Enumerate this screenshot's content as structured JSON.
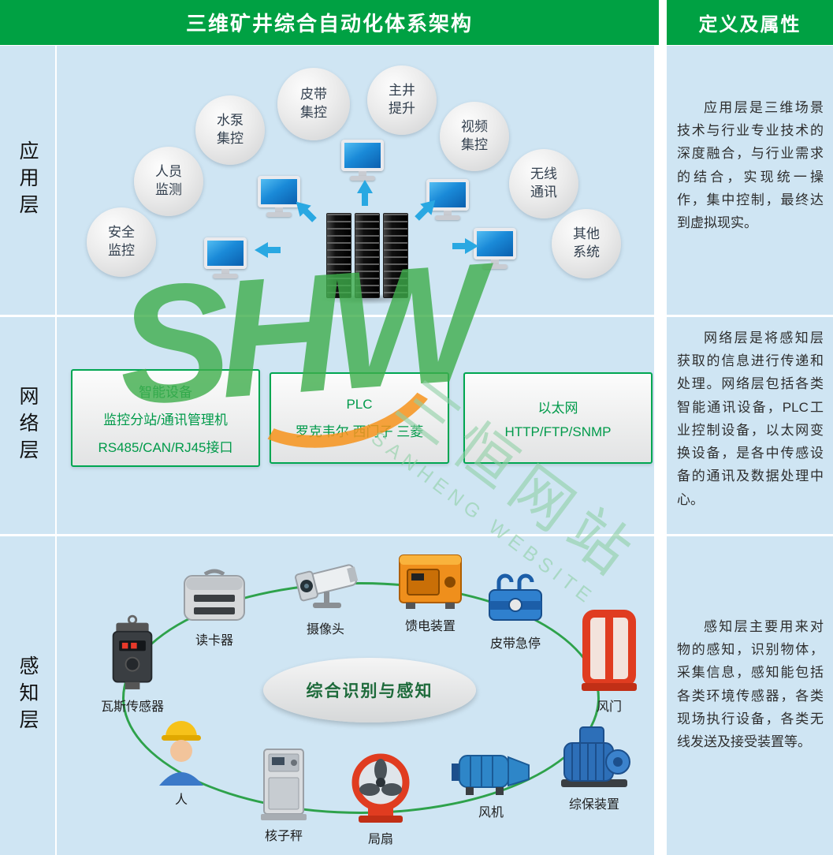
{
  "header": {
    "title": "三维矿井综合自动化体系架构",
    "right_title": "定义及属性"
  },
  "layers": [
    {
      "label": "应用层",
      "description": "应用层是三维场景技术与行业专业技术的深度融合，与行业需求的结合，实现统一操作，集中控制，最终达到虚拟现实。"
    },
    {
      "label": "网络层",
      "description": "网络层是将感知层获取的信息进行传递和处理。网络层包括各类智能通讯设备，PLC工业控制设备，以太网变换设备，是各中传感设备的通讯及数据处理中心。"
    },
    {
      "label": "感知层",
      "description": "感知层主要用来对物的感知，识别物体，采集信息，感知能包括各类环境传感器，各类现场执行设备，各类无线发送及接受装置等。"
    }
  ],
  "application": {
    "bubbles": [
      "安全\n监控",
      "人员\n监测",
      "水泵\n集控",
      "皮带\n集控",
      "主井\n提升",
      "视频\n集控",
      "无线\n通讯",
      "其他\n系统"
    ]
  },
  "network": {
    "boxes": [
      {
        "lines": [
          "智能设备",
          "监控分站/通讯管理机",
          "RS485/CAN/RJ45接口"
        ]
      },
      {
        "lines": [
          "PLC",
          "罗克韦尔 西门子 三菱"
        ]
      },
      {
        "lines": [
          "以太网",
          "HTTP/FTP/SNMP"
        ]
      }
    ]
  },
  "perception": {
    "center": "综合识别与感知",
    "devices": [
      "瓦斯传感器",
      "读卡器",
      "摄像头",
      "馈电装置",
      "皮带急停",
      "风门",
      "综保装置",
      "风机",
      "局扇",
      "核子秤",
      "人"
    ]
  },
  "watermark": {
    "logo": "SHW",
    "text_cn": "三恒网站",
    "text_en": "SANHENG WEBSITE"
  },
  "colors": {
    "header_green": "#00a143",
    "box_green": "#00a651",
    "background_blue": "#cfe5f3",
    "arrow_blue": "#29a8e2",
    "watermark_green": "#3fae4c",
    "watermark_orange": "#f7941d"
  }
}
